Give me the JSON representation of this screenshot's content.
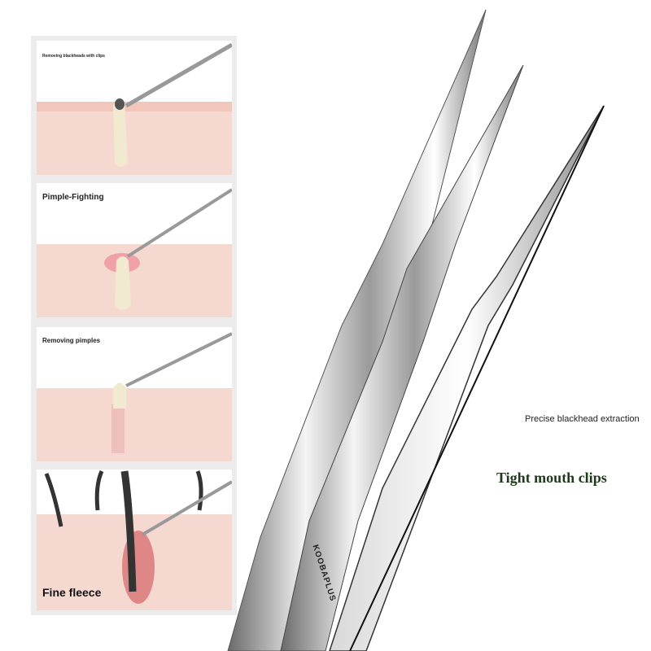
{
  "panels": [
    {
      "caption": "Removing blackheads with clips"
    },
    {
      "caption": "Pimple-Fighting"
    },
    {
      "caption": "Removing pimples"
    },
    {
      "caption": "Fine fleece"
    }
  ],
  "brand": "KOOBAPLUS",
  "labels": {
    "precise": "Precise blackhead extraction",
    "tight": "Tight mouth clips"
  },
  "colors": {
    "skin": "#f3d3c8",
    "title_green": "#1f3a1a"
  }
}
